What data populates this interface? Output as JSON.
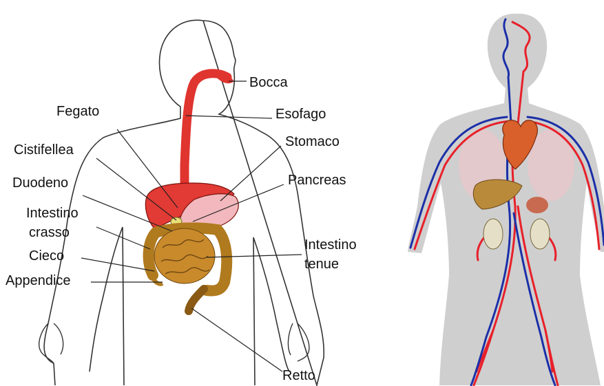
{
  "digestive": {
    "labels": {
      "bocca": "Bocca",
      "esofago": "Esofago",
      "fegato": "Fegato",
      "stomaco": "Stomaco",
      "cistifellea": "Cistifellea",
      "pancreas": "Pancreas",
      "duodeno": "Duodeno",
      "intestino_crasso_1": "Intestino",
      "intestino_crasso_2": "crasso",
      "intestino_tenue_1": "Intestino",
      "intestino_tenue_2": "tenue",
      "cieco": "Cieco",
      "appendice": "Appendice",
      "retto": "Retto"
    }
  },
  "colors": {
    "liver": "#e23a34",
    "esophagus": "#e0342f",
    "stomach": "#f2b8bd",
    "intestine": "#c98a2c",
    "colon": "#b07a1e",
    "body_silhouette": "#cfcfcf",
    "artery": "#e8202a",
    "vein": "#1b2fa8",
    "heart": "#d9602a"
  }
}
